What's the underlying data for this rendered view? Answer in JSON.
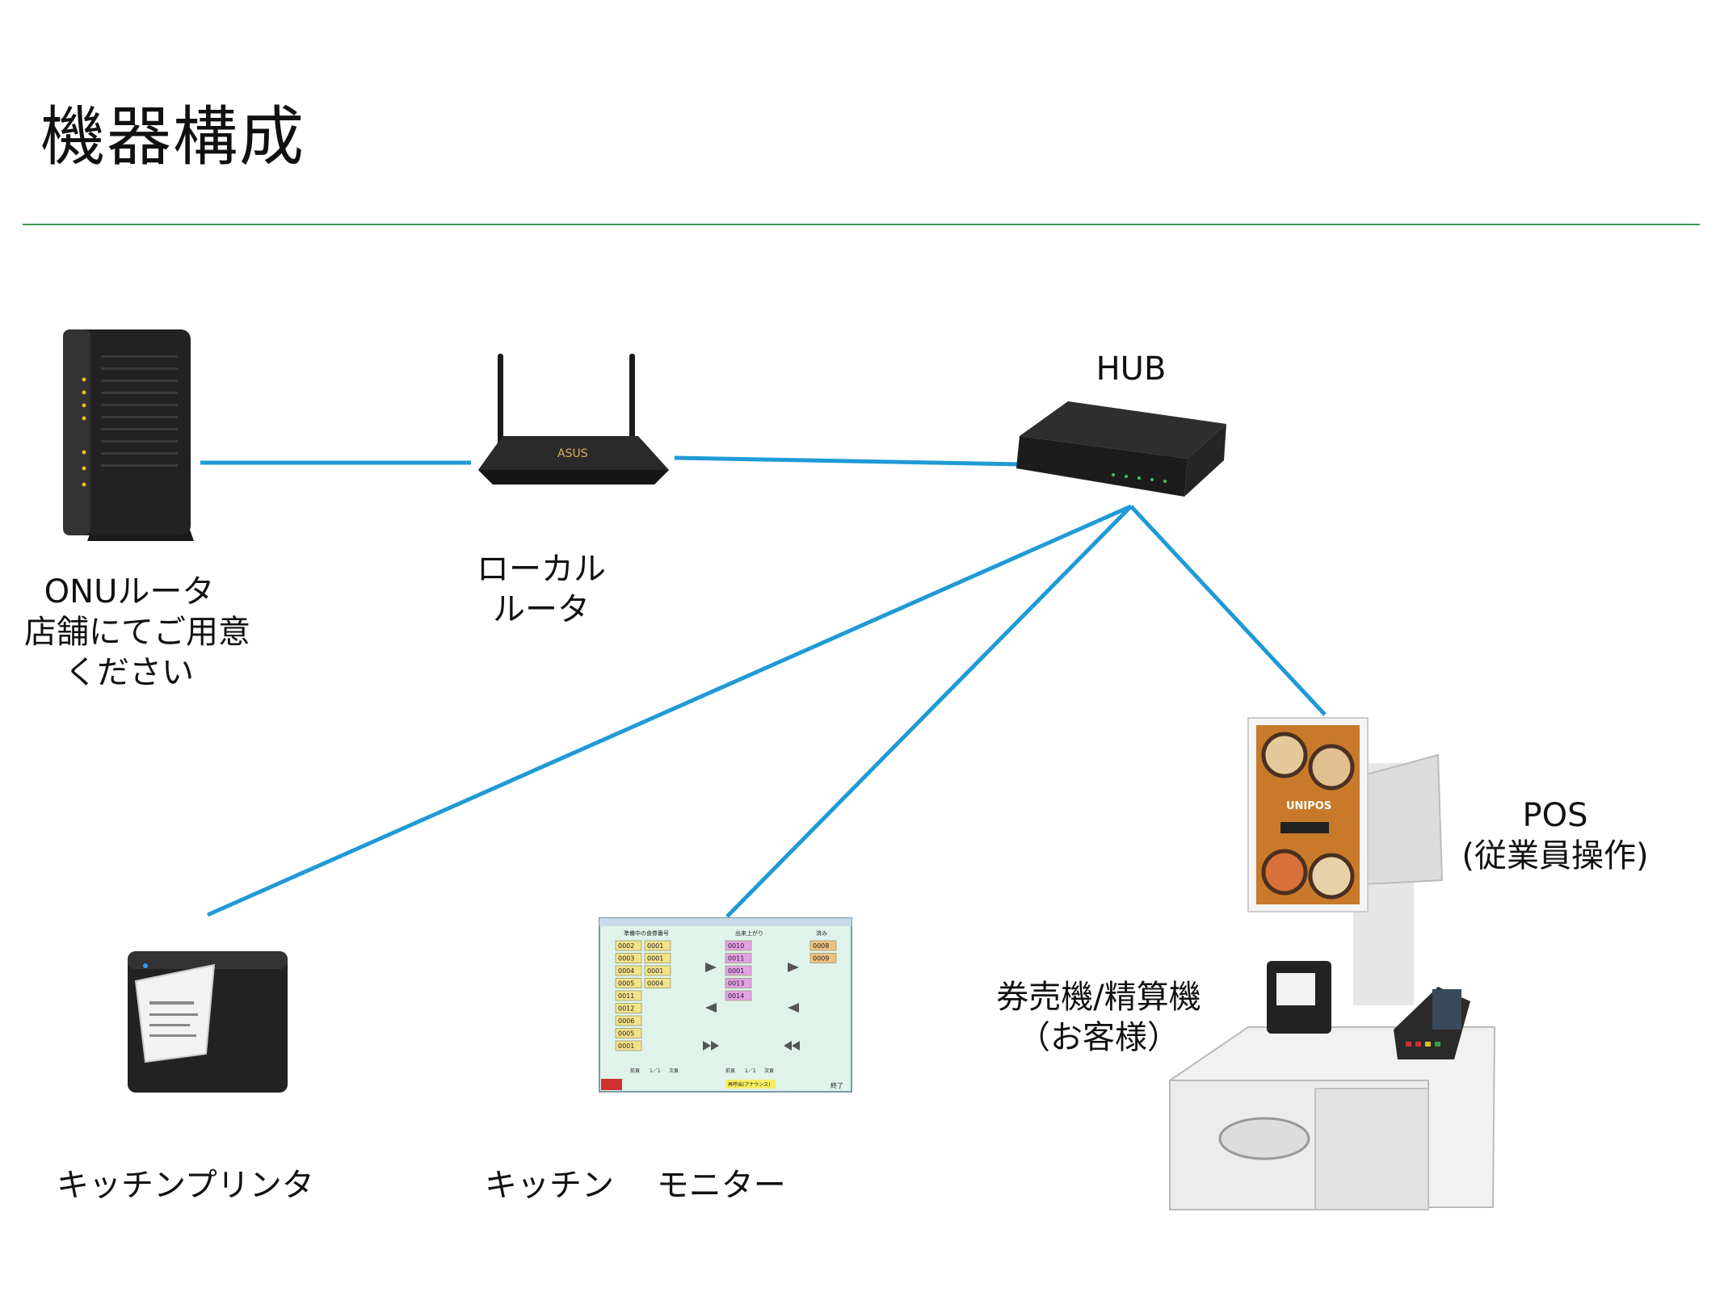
{
  "title": "機器構成",
  "devices": {
    "onu": {
      "label_lines": [
        "ONUルータ",
        "店舗にてご用意",
        "ください"
      ]
    },
    "local_router": {
      "label_lines": [
        "ローカル",
        "ルータ"
      ],
      "brand": "ASUS"
    },
    "hub": {
      "label": "HUB"
    },
    "kitchen_printer": {
      "label": "キッチンプリンタ"
    },
    "kitchen_monitor": {
      "label": "キッチン　 モニター",
      "screen": {
        "left_header": "準備中の食券番号",
        "right_header": "出来上がり",
        "done_header": "済み",
        "preparing_numbers": [
          "0002",
          "0001",
          "0003",
          "0001",
          "0004",
          "0001",
          "0005",
          "0004",
          "0011",
          "0012",
          "0006",
          "0005",
          "0001"
        ],
        "ready_numbers": [
          "0010",
          "0011",
          "0001",
          "0013",
          "0014"
        ],
        "done_numbers": [
          "0008",
          "0009"
        ],
        "page_buttons": [
          "前頁",
          "1／1",
          "次頁"
        ],
        "announce_button": "再呼出(アナウンス)",
        "end_button": "終了"
      }
    },
    "ticket_machine": {
      "label_lines": [
        "券売機/精算機",
        "（お客様）"
      ],
      "screen_brand": "UNIPOS"
    },
    "pos": {
      "label_lines": [
        "POS",
        "(従業員操作)"
      ]
    }
  },
  "colors": {
    "link": "#1f9ad6",
    "rule": "#3a9a55"
  }
}
